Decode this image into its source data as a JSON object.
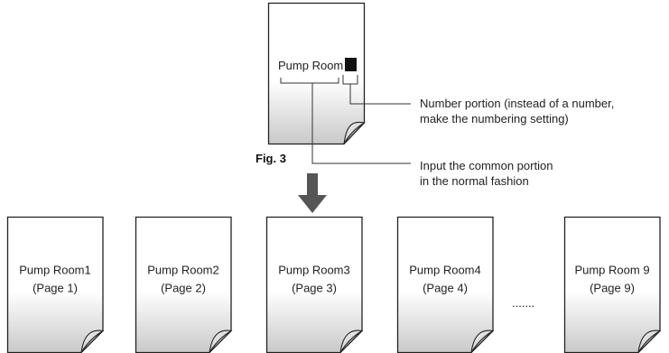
{
  "template_sheet": {
    "label": "Pump Room",
    "figure_caption": "Fig. 3"
  },
  "callouts": {
    "number_portion": {
      "line1": "Number portion (instead of a number,",
      "line2": "make the numbering setting)"
    },
    "common_portion": {
      "line1": "Input the common portion",
      "line2": "in the normal fashion"
    }
  },
  "output_pages": [
    {
      "name": "Pump Room1",
      "page": "(Page 1)"
    },
    {
      "name": "Pump Room2",
      "page": "(Page 2)"
    },
    {
      "name": "Pump Room3",
      "page": "(Page 3)"
    },
    {
      "name": "Pump Room4",
      "page": "(Page 4)"
    },
    {
      "name": "Pump Room 9",
      "page": "(Page 9)"
    }
  ],
  "ellipsis": "......."
}
